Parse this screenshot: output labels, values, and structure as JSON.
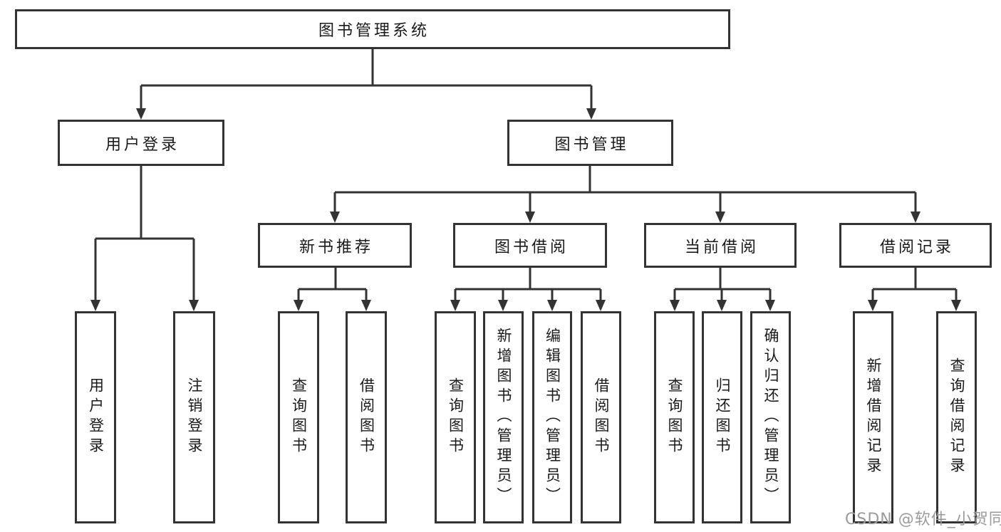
{
  "tree": {
    "label": "图书管理系统",
    "children": [
      {
        "label": "用户登录",
        "children": [
          {
            "label": "用户登录"
          },
          {
            "label": "注销登录"
          }
        ]
      },
      {
        "label": "图书管理",
        "children": [
          {
            "label": "新书推荐",
            "children": [
              {
                "label": "查询图书"
              },
              {
                "label": "借阅图书"
              }
            ]
          },
          {
            "label": "图书借阅",
            "children": [
              {
                "label": "查询图书"
              },
              {
                "label": "新增图书（管理员）"
              },
              {
                "label": "编辑图书（管理员）"
              },
              {
                "label": "借阅图书"
              }
            ]
          },
          {
            "label": "当前借阅",
            "children": [
              {
                "label": "查询图书"
              },
              {
                "label": "归还图书"
              },
              {
                "label": "确认归还（管理员）"
              }
            ]
          },
          {
            "label": "借阅记录",
            "children": [
              {
                "label": "新增借阅记录"
              },
              {
                "label": "查询借阅记录"
              }
            ]
          }
        ]
      }
    ]
  },
  "watermark": "CSDN @软件_小贺同学",
  "colors": {
    "line": "#333333",
    "box_border": "#333333",
    "text": "#1a1a1a",
    "background": "#ffffff",
    "watermark": "#9b9b9b"
  }
}
